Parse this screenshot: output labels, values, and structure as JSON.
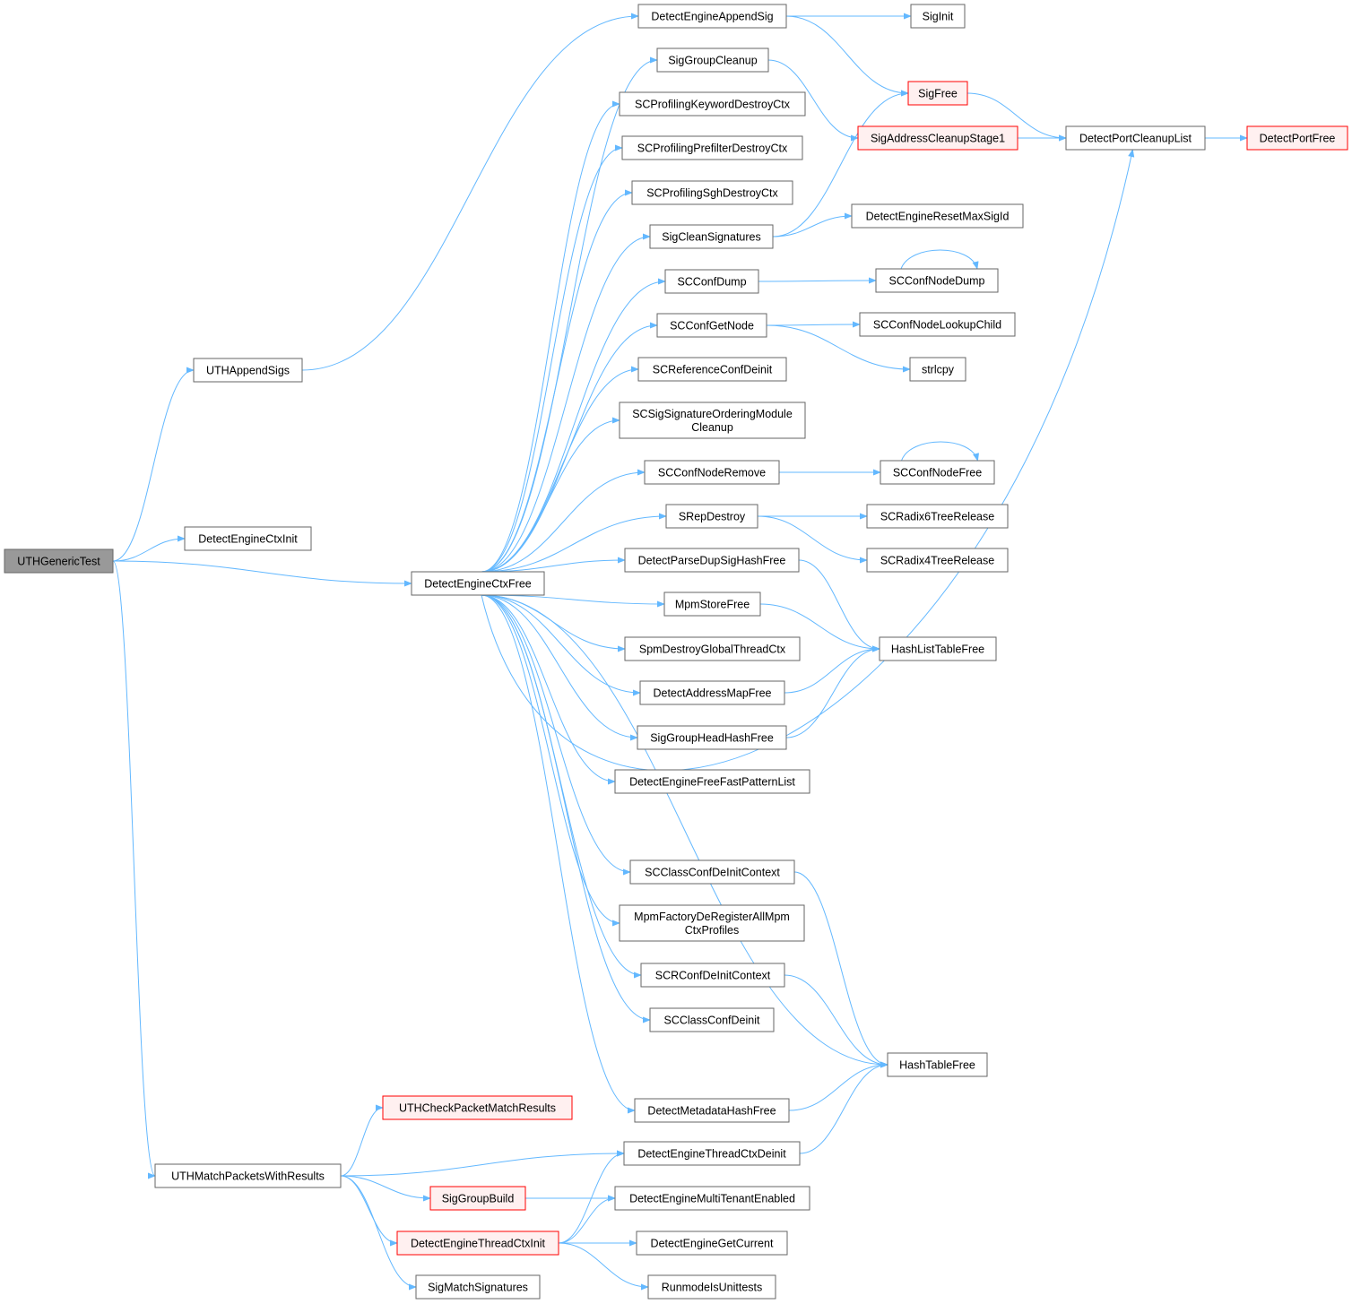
{
  "nodes": [
    {
      "id": "n0",
      "lines": [
        "UTHGenericTest"
      ],
      "style": "root"
    },
    {
      "id": "n1",
      "lines": [
        "UTHAppendSigs"
      ],
      "style": "normal"
    },
    {
      "id": "n2",
      "lines": [
        "DetectEngineCtxInit"
      ],
      "style": "normal"
    },
    {
      "id": "n3",
      "lines": [
        "DetectEngineCtxFree"
      ],
      "style": "normal"
    },
    {
      "id": "n4",
      "lines": [
        "UTHMatchPacketsWithResults"
      ],
      "style": "normal"
    },
    {
      "id": "n5",
      "lines": [
        "DetectEngineAppendSig"
      ],
      "style": "normal"
    },
    {
      "id": "n6",
      "lines": [
        "SigInit"
      ],
      "style": "normal"
    },
    {
      "id": "n7",
      "lines": [
        "SigFree"
      ],
      "style": "truncated"
    },
    {
      "id": "n8",
      "lines": [
        "SigGroupCleanup"
      ],
      "style": "normal"
    },
    {
      "id": "n9",
      "lines": [
        "SigAddressCleanupStage1"
      ],
      "style": "truncated"
    },
    {
      "id": "n10",
      "lines": [
        "DetectPortCleanupList"
      ],
      "style": "normal"
    },
    {
      "id": "n11",
      "lines": [
        "DetectPortFree"
      ],
      "style": "truncated"
    },
    {
      "id": "n12",
      "lines": [
        "SCProfilingKeywordDestroyCtx"
      ],
      "style": "normal"
    },
    {
      "id": "n13",
      "lines": [
        "SCProfilingPrefilterDestroyCtx"
      ],
      "style": "normal"
    },
    {
      "id": "n14",
      "lines": [
        "SCProfilingSghDestroyCtx"
      ],
      "style": "normal"
    },
    {
      "id": "n15",
      "lines": [
        "SigCleanSignatures"
      ],
      "style": "normal"
    },
    {
      "id": "n16",
      "lines": [
        "DetectEngineResetMaxSigId"
      ],
      "style": "normal"
    },
    {
      "id": "n17",
      "lines": [
        "SCConfDump"
      ],
      "style": "normal"
    },
    {
      "id": "n18",
      "lines": [
        "SCConfNodeDump"
      ],
      "style": "normal"
    },
    {
      "id": "n19",
      "lines": [
        "SCConfGetNode"
      ],
      "style": "normal"
    },
    {
      "id": "n20",
      "lines": [
        "SCConfNodeLookupChild"
      ],
      "style": "normal"
    },
    {
      "id": "n21",
      "lines": [
        "strlcpy"
      ],
      "style": "normal"
    },
    {
      "id": "n22",
      "lines": [
        "SCReferenceConfDeinit"
      ],
      "style": "normal"
    },
    {
      "id": "n23",
      "lines": [
        "SCSigSignatureOrderingModule",
        "Cleanup"
      ],
      "style": "normal"
    },
    {
      "id": "n24",
      "lines": [
        "SCConfNodeRemove"
      ],
      "style": "normal"
    },
    {
      "id": "n25",
      "lines": [
        "SCConfNodeFree"
      ],
      "style": "normal"
    },
    {
      "id": "n26",
      "lines": [
        "SRepDestroy"
      ],
      "style": "normal"
    },
    {
      "id": "n27",
      "lines": [
        "SCRadix6TreeRelease"
      ],
      "style": "normal"
    },
    {
      "id": "n28",
      "lines": [
        "SCRadix4TreeRelease"
      ],
      "style": "normal"
    },
    {
      "id": "n29",
      "lines": [
        "DetectParseDupSigHashFree"
      ],
      "style": "normal"
    },
    {
      "id": "n30",
      "lines": [
        "MpmStoreFree"
      ],
      "style": "normal"
    },
    {
      "id": "n31",
      "lines": [
        "HashListTableFree"
      ],
      "style": "normal"
    },
    {
      "id": "n32",
      "lines": [
        "SpmDestroyGlobalThreadCtx"
      ],
      "style": "normal"
    },
    {
      "id": "n33",
      "lines": [
        "DetectAddressMapFree"
      ],
      "style": "normal"
    },
    {
      "id": "n34",
      "lines": [
        "SigGroupHeadHashFree"
      ],
      "style": "normal"
    },
    {
      "id": "n35",
      "lines": [
        "DetectEngineFreeFastPatternList"
      ],
      "style": "normal"
    },
    {
      "id": "n36",
      "lines": [
        "SCClassConfDeInitContext"
      ],
      "style": "normal"
    },
    {
      "id": "n37",
      "lines": [
        "MpmFactoryDeRegisterAllMpm",
        "CtxProfiles"
      ],
      "style": "normal"
    },
    {
      "id": "n38",
      "lines": [
        "SCRConfDeInitContext"
      ],
      "style": "normal"
    },
    {
      "id": "n39",
      "lines": [
        "SCClassConfDeinit"
      ],
      "style": "normal"
    },
    {
      "id": "n40",
      "lines": [
        "HashTableFree"
      ],
      "style": "normal"
    },
    {
      "id": "n41",
      "lines": [
        "DetectMetadataHashFree"
      ],
      "style": "normal"
    },
    {
      "id": "n42",
      "lines": [
        "UTHCheckPacketMatchResults"
      ],
      "style": "truncated"
    },
    {
      "id": "n43",
      "lines": [
        "DetectEngineThreadCtxDeinit"
      ],
      "style": "normal"
    },
    {
      "id": "n44",
      "lines": [
        "SigGroupBuild"
      ],
      "style": "truncated"
    },
    {
      "id": "n45",
      "lines": [
        "DetectEngineMultiTenantEnabled"
      ],
      "style": "normal"
    },
    {
      "id": "n46",
      "lines": [
        "DetectEngineThreadCtxInit"
      ],
      "style": "truncated"
    },
    {
      "id": "n47",
      "lines": [
        "DetectEngineGetCurrent"
      ],
      "style": "normal"
    },
    {
      "id": "n48",
      "lines": [
        "RunmodeIsUnittests"
      ],
      "style": "normal"
    },
    {
      "id": "n49",
      "lines": [
        "SigMatchSignatures"
      ],
      "style": "normal"
    }
  ],
  "edges": [
    [
      "n0",
      "n1"
    ],
    [
      "n0",
      "n2"
    ],
    [
      "n0",
      "n3"
    ],
    [
      "n0",
      "n4"
    ],
    [
      "n1",
      "n5"
    ],
    [
      "n5",
      "n6"
    ],
    [
      "n5",
      "n7"
    ],
    [
      "n7",
      "n10"
    ],
    [
      "n8",
      "n9"
    ],
    [
      "n9",
      "n10"
    ],
    [
      "n10",
      "n11"
    ],
    [
      "n3",
      "n8"
    ],
    [
      "n3",
      "n12"
    ],
    [
      "n3",
      "n13"
    ],
    [
      "n3",
      "n14"
    ],
    [
      "n3",
      "n15"
    ],
    [
      "n3",
      "n17"
    ],
    [
      "n3",
      "n19"
    ],
    [
      "n3",
      "n22"
    ],
    [
      "n3",
      "n23"
    ],
    [
      "n3",
      "n24"
    ],
    [
      "n3",
      "n26"
    ],
    [
      "n3",
      "n29"
    ],
    [
      "n3",
      "n30"
    ],
    [
      "n3",
      "n32"
    ],
    [
      "n3",
      "n33"
    ],
    [
      "n3",
      "n34"
    ],
    [
      "n3",
      "n35"
    ],
    [
      "n3",
      "n10"
    ],
    [
      "n3",
      "n36"
    ],
    [
      "n3",
      "n37"
    ],
    [
      "n3",
      "n38"
    ],
    [
      "n3",
      "n39"
    ],
    [
      "n3",
      "n40"
    ],
    [
      "n3",
      "n41"
    ],
    [
      "n15",
      "n7"
    ],
    [
      "n15",
      "n16"
    ],
    [
      "n17",
      "n18"
    ],
    [
      "n18",
      "n18"
    ],
    [
      "n19",
      "n20"
    ],
    [
      "n19",
      "n21"
    ],
    [
      "n24",
      "n25"
    ],
    [
      "n25",
      "n25"
    ],
    [
      "n26",
      "n27"
    ],
    [
      "n26",
      "n28"
    ],
    [
      "n29",
      "n31"
    ],
    [
      "n30",
      "n31"
    ],
    [
      "n33",
      "n31"
    ],
    [
      "n34",
      "n31"
    ],
    [
      "n36",
      "n40"
    ],
    [
      "n38",
      "n40"
    ],
    [
      "n41",
      "n40"
    ],
    [
      "n43",
      "n40"
    ],
    [
      "n4",
      "n42"
    ],
    [
      "n4",
      "n43"
    ],
    [
      "n4",
      "n44"
    ],
    [
      "n4",
      "n46"
    ],
    [
      "n4",
      "n49"
    ],
    [
      "n44",
      "n45"
    ],
    [
      "n46",
      "n43"
    ],
    [
      "n46",
      "n45"
    ],
    [
      "n46",
      "n47"
    ],
    [
      "n46",
      "n48"
    ]
  ],
  "colors": {
    "edge": "#63b8ff",
    "node_border": "#666666",
    "root_fill": "#999999",
    "truncated_border": "#ff0000",
    "truncated_fill": "#fff0f0"
  }
}
